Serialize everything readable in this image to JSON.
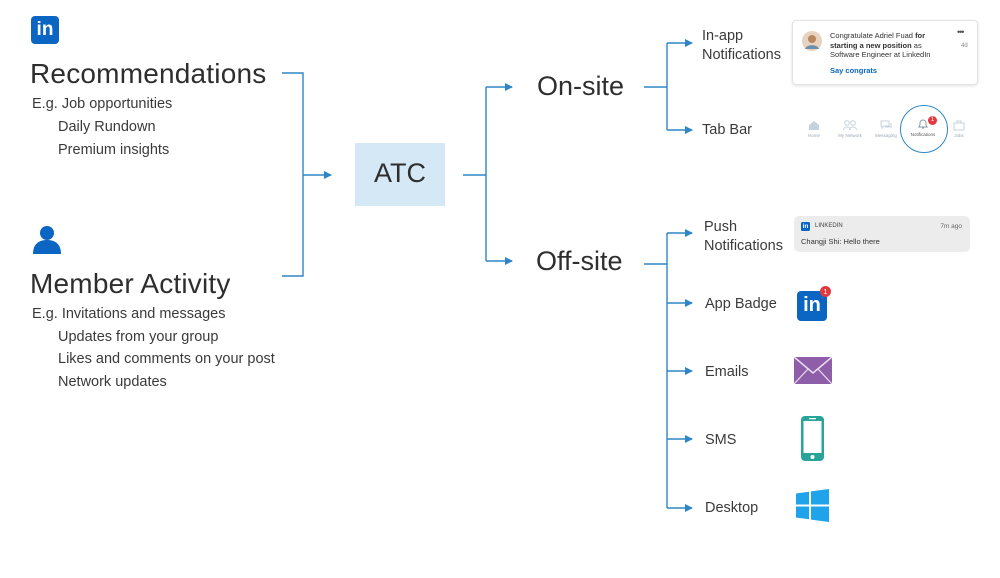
{
  "sources": {
    "recommendations": {
      "title": "Recommendations",
      "lines": [
        "E.g.  Job opportunities",
        "Daily Rundown",
        "Premium insights"
      ]
    },
    "member_activity": {
      "title": "Member Activity",
      "lines": [
        "E.g.  Invitations and messages",
        "Updates from your group",
        "Likes and comments on your post",
        "Network updates"
      ]
    }
  },
  "center": {
    "label": "ATC"
  },
  "onsite": {
    "label": "On-site",
    "channels": [
      {
        "label": "In-app\nNotifications"
      },
      {
        "label": "Tab Bar"
      }
    ],
    "notification_card": {
      "text_pre": "Congratulate Adriel Fuad ",
      "text_bold": "for starting a new position",
      "text_post": " as Software Engineer at LinkedIn",
      "time": "4d",
      "more": "•••",
      "action": "Say congrats"
    },
    "tab_bar": {
      "items": [
        "Home",
        "My Network",
        "Messaging",
        "Notifications",
        "Jobs"
      ],
      "badge": "1"
    }
  },
  "offsite": {
    "label": "Off-site",
    "channels": [
      {
        "label": "Push\nNotifications"
      },
      {
        "label": "App Badge"
      },
      {
        "label": "Emails"
      },
      {
        "label": "SMS"
      },
      {
        "label": "Desktop"
      }
    ],
    "push_card": {
      "app": "LINKEDIN",
      "time": "7m ago",
      "message": "Changji Shi: Hello there"
    },
    "app_badge": {
      "badge": "1",
      "logo": "in"
    }
  },
  "colors": {
    "line": "#2f86c6",
    "atc_fill": "#d4e8f6",
    "linkedin_blue": "#0a66c2",
    "email_purple": "#8e5ea9",
    "phone_teal": "#2aa39a",
    "windows_blue": "#1fa3ea",
    "badge_red": "#e0393e"
  },
  "icons": {
    "linkedin": "linkedin-logo-icon",
    "person": "person-icon",
    "email": "envelope-icon",
    "sms": "smartphone-icon",
    "desktop": "windows-logo-icon"
  }
}
